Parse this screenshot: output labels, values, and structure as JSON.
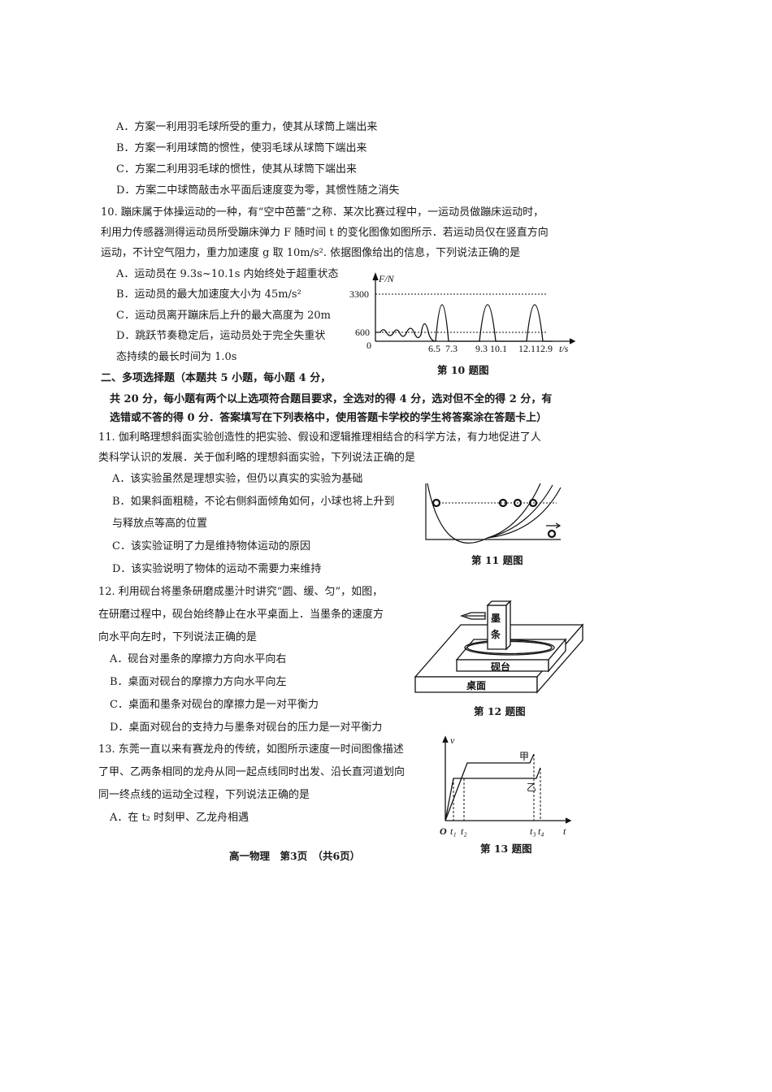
{
  "q9": {
    "options": [
      "A．方案一利用羽毛球所受的重力，使其从球筒上端出来",
      "B．方案一利用球筒的惯性，使羽毛球从球筒下端出来",
      "C．方案二利用羽毛球的惯性，使其从球筒下端出来",
      "D．方案二中球筒敲击水平面后速度变为零，其惯性随之消失"
    ]
  },
  "q10": {
    "stem": [
      "10. 蹦床属于体操运动的一种，有“空中芭蕾”之称．某次比赛过程中，一运动员做蹦床运动时，",
      "利用力传感器测得运动员所受蹦床弹力 F 随时间 t 的变化图像如图所示．若运动员仅在竖直方向",
      "运动，不计空气阻力，重力加速度 g 取 10m/s². 依据图像给出的信息，下列说法正确的是"
    ],
    "options": [
      "A．运动员在 9.3s~10.1s 内始终处于超重状态",
      "B．运动员的最大加速度大小为 45m/s²",
      "C．运动员离开蹦床后上升的最大高度为 20m",
      "D．跳跃节奏稳定后，运动员处于完全失重状",
      "态持续的最长时间为 1.0s"
    ],
    "figure": {
      "y_label": "F/N",
      "x_label": "t/s",
      "origin": "0",
      "y_ticks": [
        "3300",
        "600"
      ],
      "x_ticks": [
        "6.5",
        "7.3",
        "9.3",
        "10.1",
        "12.1",
        "12.9"
      ],
      "caption": "第 10 题图"
    }
  },
  "section2": {
    "lines": [
      "二、多项选择题（本题共 5 小题，每小题 4 分，",
      "共 20 分，每小题有两个以上选项符合题目要求，全选对的得 4 分，选对但不全的得 2 分，有",
      "选错或不答的得 0 分．答案填写在下列表格中，使用答题卡学校的学生将答案涂在答题卡上）"
    ]
  },
  "q11": {
    "stem": [
      "11. 伽利略理想斜面实验创造性的把实验、假设和逻辑推理相结合的科学方法，有力地促进了人",
      "类科学认识的发展．关于伽利略的理想斜面实验，下列说法正确的是"
    ],
    "options": [
      "A．该实验虽然是理想实验，但仍以真实的实验为基础",
      "B．如果斜面粗糙，不论右侧斜面倾角如何，小球也将上升到",
      "与释放点等高的位置",
      "C．该实验证明了力是维持物体运动的原因",
      "D．该实验说明了物体的运动不需要力来维持"
    ],
    "figure": {
      "caption": "第 11 题图"
    }
  },
  "q12": {
    "stem": [
      "12. 利用砚台将墨条研磨成墨汁时讲究“圆、缓、匀”，如图，",
      "在研磨过程中，砚台始终静止在水平桌面上．当墨条的速度方",
      "向水平向左时，下列说法正确的是"
    ],
    "options": [
      "A．砚台对墨条的摩擦力方向水平向右",
      "B．桌面对砚台的摩擦力方向水平向左",
      "C．桌面和墨条对砚台的摩擦力是一对平衡力",
      "D．桌面对砚台的支持力与墨条对砚台的压力是一对平衡力"
    ],
    "figure": {
      "ink_stick_label_1": "墨",
      "ink_stick_label_2": "条",
      "inkstone_label": "砚台",
      "desk_label": "桌面",
      "caption": "第 12 题图"
    }
  },
  "q13": {
    "stem": [
      "13. 东莞一直以来有赛龙舟的传统，如图所示速度一时间图像描述",
      "了甲、乙两条相同的龙舟从同一起点线同时出发、沿长直河道划向",
      "同一终点线的运动全过程，下列说法正确的是"
    ],
    "options": [
      "A．在 t₂ 时刻甲、乙龙舟相遇"
    ],
    "figure": {
      "y_label": "v",
      "x_label": "t",
      "origin": "O",
      "x_ticks": [
        "t₁",
        "t₂",
        "t₃",
        "t₄"
      ],
      "series_labels": [
        "甲",
        "乙"
      ],
      "caption": "第 13 题图"
    }
  },
  "footer": {
    "text": "高一物理　第3页　（共6页）"
  }
}
